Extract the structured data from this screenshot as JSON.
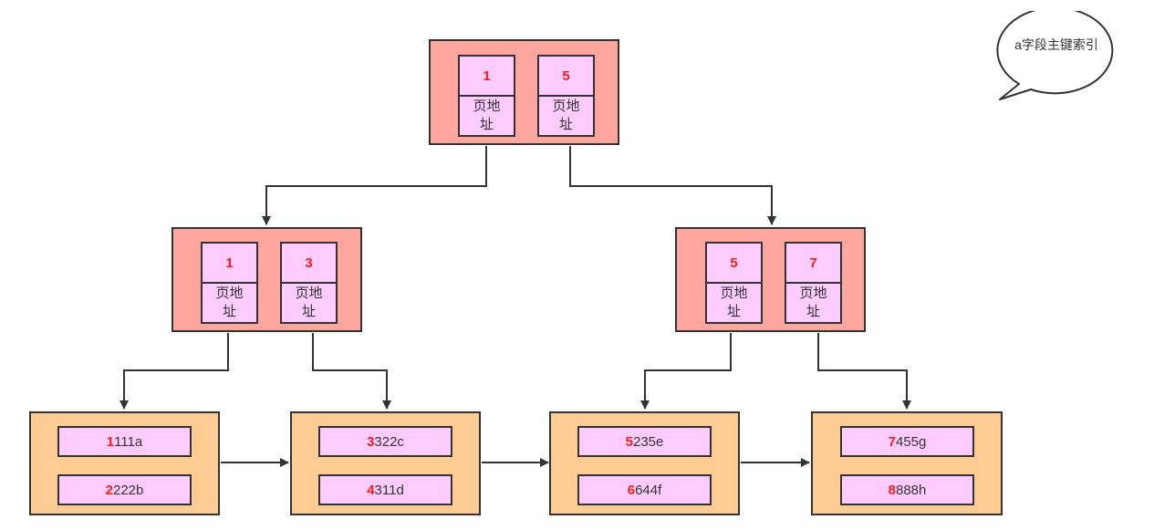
{
  "root": {
    "keys": [
      {
        "key": "1",
        "label": "页地址"
      },
      {
        "key": "5",
        "label": "页地址"
      }
    ]
  },
  "internal_left": {
    "keys": [
      {
        "key": "1",
        "label": "页地址"
      },
      {
        "key": "3",
        "label": "页地址"
      }
    ]
  },
  "internal_right": {
    "keys": [
      {
        "key": "5",
        "label": "页地址"
      },
      {
        "key": "7",
        "label": "页地址"
      }
    ]
  },
  "leaves": [
    {
      "records": [
        {
          "key": "1",
          "rest": "111a"
        },
        {
          "key": "2",
          "rest": "222b"
        }
      ]
    },
    {
      "records": [
        {
          "key": "3",
          "rest": "322c"
        },
        {
          "key": "4",
          "rest": "311d"
        }
      ]
    },
    {
      "records": [
        {
          "key": "5",
          "rest": "235e"
        },
        {
          "key": "6",
          "rest": "644f"
        }
      ]
    },
    {
      "records": [
        {
          "key": "7",
          "rest": "455g"
        },
        {
          "key": "8",
          "rest": "888h"
        }
      ]
    }
  ],
  "callout": {
    "text": "a字段主键索引"
  },
  "colors": {
    "internal_fill": "#ffa69e",
    "leaf_fill": "#ffcd94",
    "cell_fill": "#ffccff",
    "key_text": "#ff1a1a",
    "line": "#333333"
  }
}
